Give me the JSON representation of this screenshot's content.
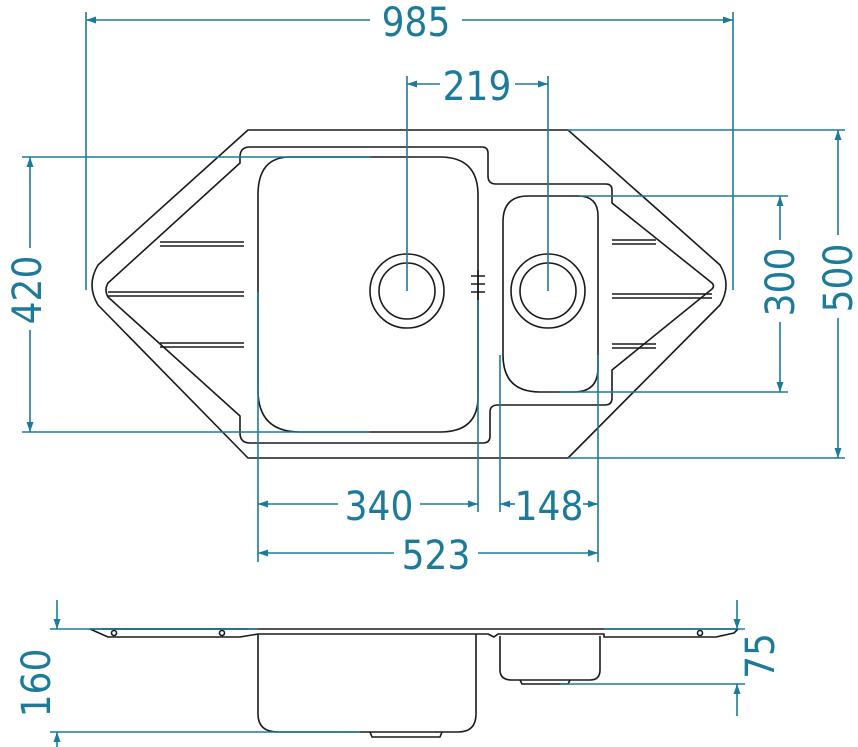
{
  "colors": {
    "dimension": "#1c7a9a",
    "outline": "#1a1a1a",
    "background": "#ffffff"
  },
  "dimensions": {
    "overall_width": "985",
    "bowl_center_spacing": "219",
    "overall_depth": "500",
    "basin_depth": "420",
    "small_bowl_depth": "300",
    "large_bowl_width": "340",
    "small_bowl_width": "148",
    "bowls_total_width": "523",
    "large_bowl_height": "160",
    "small_bowl_height": "75"
  }
}
